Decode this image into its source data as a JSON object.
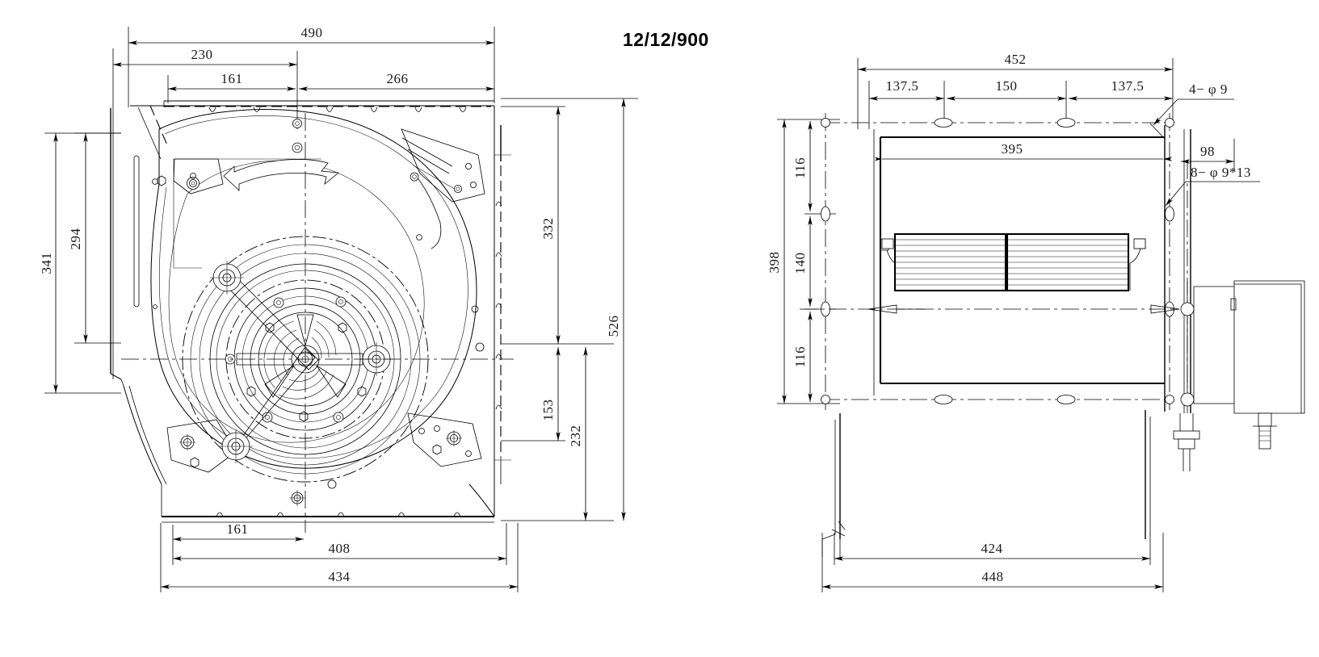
{
  "drawing": {
    "title": "12/12/900",
    "type": "engineering-drawing",
    "subject": "Double inlet centrifugal blower (forward curved) — front view and side view",
    "units": "mm"
  },
  "views": {
    "front": {
      "name": "front-view",
      "dimensions_top": [
        {
          "id": "front-top-490",
          "value": "490"
        },
        {
          "id": "front-top-230",
          "value": "230"
        },
        {
          "id": "front-top-161",
          "value": "161"
        },
        {
          "id": "front-top-266",
          "value": "266"
        }
      ],
      "dimensions_left": [
        {
          "id": "front-left-341",
          "value": "341"
        },
        {
          "id": "front-left-294",
          "value": "294"
        }
      ],
      "dimensions_right": [
        {
          "id": "front-right-332",
          "value": "332"
        },
        {
          "id": "front-right-153",
          "value": "153"
        },
        {
          "id": "front-right-232",
          "value": "232"
        },
        {
          "id": "front-right-526",
          "value": "526"
        }
      ],
      "dimensions_bottom": [
        {
          "id": "front-bot-161",
          "value": "161"
        },
        {
          "id": "front-bot-408",
          "value": "408"
        },
        {
          "id": "front-bot-434",
          "value": "434"
        }
      ],
      "rotation_arrow": "counter-clockwise-rotation-arrow"
    },
    "side": {
      "name": "side-view",
      "dimensions_top": [
        {
          "id": "side-top-452",
          "value": "452"
        },
        {
          "id": "side-top-1375a",
          "value": "137.5"
        },
        {
          "id": "side-top-150",
          "value": "150"
        },
        {
          "id": "side-top-1375b",
          "value": "137.5"
        }
      ],
      "dimensions_left": [
        {
          "id": "side-left-398",
          "value": "398"
        },
        {
          "id": "side-left-116a",
          "value": "116"
        },
        {
          "id": "side-left-140",
          "value": "140"
        },
        {
          "id": "side-left-116b",
          "value": "116"
        }
      ],
      "dimensions_inner": [
        {
          "id": "side-inner-395",
          "value": "395"
        },
        {
          "id": "side-inner-98",
          "value": "98"
        }
      ],
      "dimensions_bottom": [
        {
          "id": "side-bot-424",
          "value": "424"
        },
        {
          "id": "side-bot-448",
          "value": "448"
        }
      ],
      "callouts": [
        {
          "id": "callout-4-phi9",
          "value": "4− φ 9"
        },
        {
          "id": "callout-8-phi9x13",
          "value": "8− φ 9*13"
        }
      ]
    }
  },
  "colors": {
    "line": "#000000",
    "background": "#ffffff",
    "text": "#1a1a1a"
  }
}
